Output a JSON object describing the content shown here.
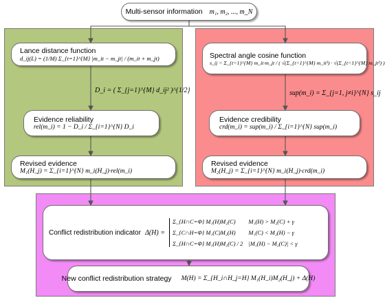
{
  "colors": {
    "left_panel": "#b4c77e",
    "right_panel": "#fb8c8d",
    "bottom_panel": "#f28bf5",
    "box_fill": "#ffffff",
    "arrow": "#555555"
  },
  "top": {
    "label": "Multi-sensor information",
    "formula": "m₁, m₂, ..., m_N"
  },
  "left": {
    "lance": {
      "label": "Lance distance function",
      "formula": "d_ij(L) = (1/M) Σ_{t=1}^{M} |m_it − m_jt| / (m_it + m_jt)"
    },
    "d_formula": "D_i = ( Σ_{j=1}^{M} d_ij² )^{1/2}",
    "reliability": {
      "label": "Evidence reliability",
      "formula": "rel(m_i) = 1 − D_i / Σ_{i=1}^{N} D_i"
    },
    "revised": {
      "label": "Revised evidence",
      "formula": "M₁(H_j) = Σ_{i=1}^{N} m_i(H_j)·rel(m_i)"
    }
  },
  "right": {
    "spectral": {
      "label": "Spectral angle cosine function",
      "formula": "s_ij = Σ_{t=1}^{M} m_it·m_jt / ( √(Σ_{t=1}^{M} m_it²) · √(Σ_{t=1}^{M} m_jt²) )"
    },
    "sup_formula": "sup(m_i) = Σ_{j=1, j≠i}^{N} s_ij",
    "credibility": {
      "label": "Evidence credibility",
      "formula": "crd(m_i) = sup(m_i) / Σ_{i=1}^{N} sup(m_i)"
    },
    "revised": {
      "label": "Revised evidence",
      "formula": "M₂(H_j) = Σ_{i=1}^{N} m_i(H_j)·crd(m_i)"
    }
  },
  "bottom": {
    "indicator": {
      "label": "Conflict redistribution indicator",
      "lhs": "Δ(H) =",
      "cases": [
        {
          "expr": "Σ_{H∩C=Φ} M₁(H)M₂(C)",
          "condition": "M₁(H) > M₂(C) + γ"
        },
        {
          "expr": "Σ_{C∩H=Φ} M₁(C)M₂(H)",
          "condition": "M₁(C) < M₂(H) − γ"
        },
        {
          "expr": "Σ_{H∩C=Φ} M₁(H)M₂(C) / 2",
          "condition": "|M₁(H) − M₂(C)| < γ"
        }
      ]
    },
    "strategy": {
      "label": "New conflict redistribution strategy",
      "formula": "M(H) = Σ_{H_i∩H_j=H} M₁(H_i)M₂(H_j) + Δ(H)"
    }
  }
}
